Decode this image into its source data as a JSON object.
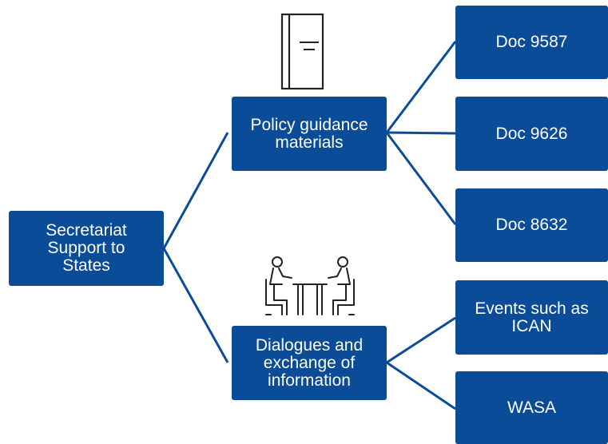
{
  "diagram": {
    "root": {
      "label_lines": [
        "Secretariat",
        "Support to",
        "States"
      ]
    },
    "branches": [
      {
        "label_lines": [
          "Policy guidance",
          "materials"
        ],
        "icon": "book-icon",
        "children": [
          {
            "label_lines": [
              "Doc 9587"
            ]
          },
          {
            "label_lines": [
              "Doc 9626"
            ]
          },
          {
            "label_lines": [
              "Doc 8632"
            ]
          }
        ]
      },
      {
        "label_lines": [
          "Dialogues and",
          "exchange of",
          "information"
        ],
        "icon": "meeting-people-icon",
        "children": [
          {
            "label_lines": [
              "Events such as",
              "ICAN"
            ]
          },
          {
            "label_lines": [
              "WASA"
            ]
          }
        ]
      }
    ],
    "colors": {
      "box_fill": "#0b4c99",
      "connector": "#0b4c99",
      "text": "#ffffff",
      "icon_stroke": "#222222"
    }
  }
}
